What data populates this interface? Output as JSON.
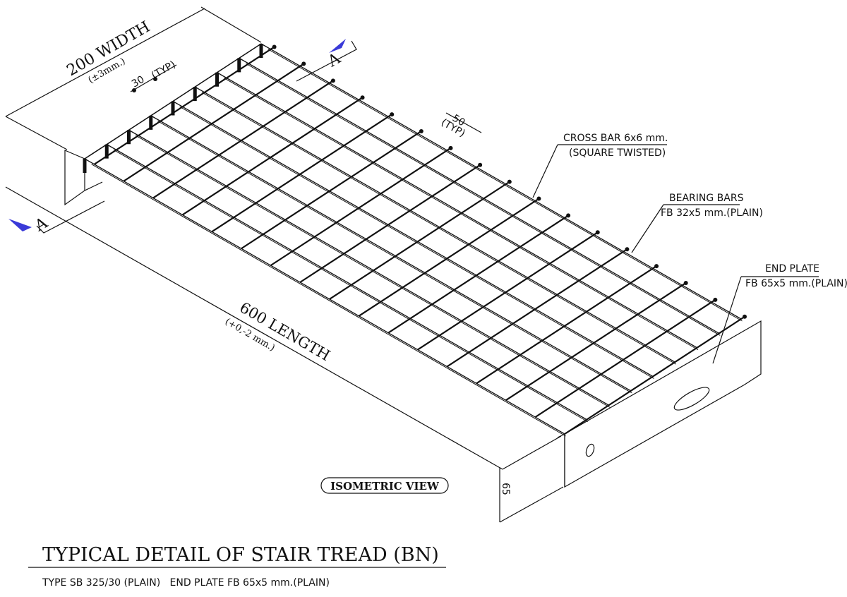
{
  "dimensions": {
    "width": "200 WIDTH",
    "width_tol": "(±3mm.)",
    "pitch_bearing": "30",
    "pitch_bearing_typ": "(TYP)",
    "pitch_cross": "50",
    "pitch_cross_typ": "(TYP)",
    "length": "600 LENGTH",
    "length_tol": "(+0,-2 mm.)",
    "height": "65"
  },
  "section_marks": {
    "top": "A",
    "bottom": "A"
  },
  "callouts": {
    "cross_bar": "CROSS BAR 6x6 mm.",
    "cross_bar_sub": "(SQUARE TWISTED)",
    "bearing_bars": "BEARING BARS",
    "bearing_bars_sub": "FB 32x5 mm.(PLAIN)",
    "end_plate": "END PLATE",
    "end_plate_sub": "FB 65x5 mm.(PLAIN)"
  },
  "view_label": "ISOMETRIC VIEW",
  "title": "TYPICAL DETAIL OF STAIR TREAD (BN)",
  "subtitle": "TYPE SB 325/30 (PLAIN)   END PLATE FB 65x5 mm.(PLAIN)",
  "colors": {
    "ink": "#111111",
    "section_arrow": "#3a3ad8"
  }
}
